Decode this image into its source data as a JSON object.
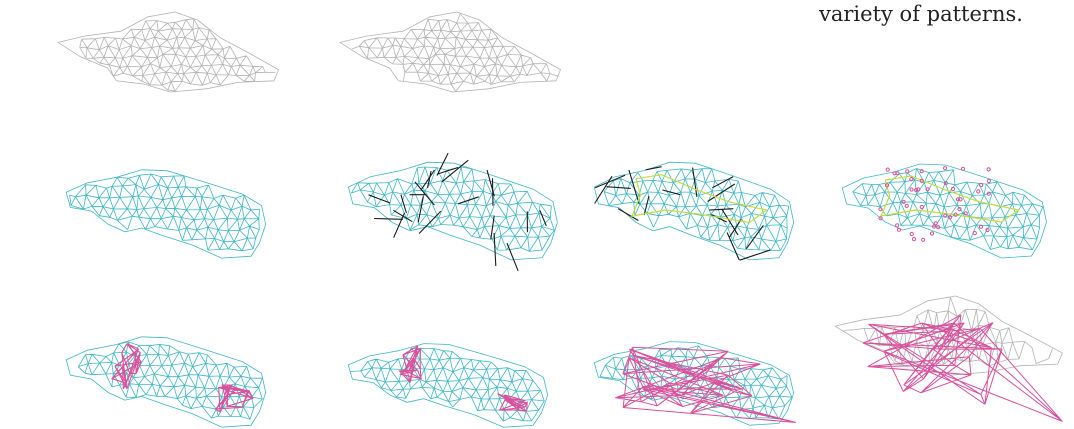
{
  "caption": "variety of patterns.",
  "colors": {
    "gray_mesh": "#b3b3b3",
    "cyan_mesh": "#3fb6c6",
    "orientation_ticks": "#1a1a1a",
    "yellow_path": "#c9dc3a",
    "magenta": "#d9509c"
  },
  "panels": [
    {
      "name": "gray-mesh-relief-a",
      "mesh": "gray",
      "overlays": []
    },
    {
      "name": "gray-mesh-relief-b",
      "mesh": "gray",
      "overlays": []
    },
    {
      "name": "cyan-mesh-plain",
      "mesh": "cyan",
      "overlays": []
    },
    {
      "name": "cyan-mesh-orientation-ticks",
      "mesh": "cyan",
      "overlays": [
        "ticks"
      ]
    },
    {
      "name": "cyan-mesh-ticks-yellow-path",
      "mesh": "cyan",
      "overlays": [
        "ticks",
        "yellow"
      ]
    },
    {
      "name": "cyan-mesh-magenta-points",
      "mesh": "cyan",
      "overlays": [
        "points",
        "yellow"
      ]
    },
    {
      "name": "cyan-mesh-magenta-patches-a",
      "mesh": "cyan",
      "overlays": [
        "patches"
      ]
    },
    {
      "name": "cyan-mesh-magenta-patches-b",
      "mesh": "cyan",
      "overlays": [
        "patches-b"
      ]
    },
    {
      "name": "cyan-mesh-magenta-network",
      "mesh": "cyan",
      "overlays": [
        "network"
      ]
    },
    {
      "name": "gray-relief-magenta-network",
      "mesh": "gray",
      "overlays": [
        "network-3d"
      ]
    }
  ]
}
